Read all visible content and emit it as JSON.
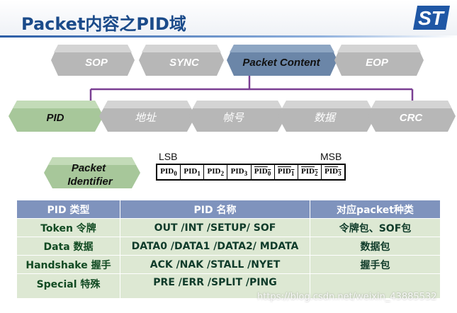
{
  "title": "Packet内容之PID域",
  "logo_text": "ST",
  "top_fields": [
    "SOP",
    "SYNC",
    "Packet Content",
    "EOP"
  ],
  "content_fields": [
    "PID",
    "地址",
    "帧号",
    "数据",
    "CRC"
  ],
  "packet_identifier": "Packet Identifier",
  "bit_labels": {
    "lsb": "LSB",
    "msb": "MSB"
  },
  "pid_bits": [
    {
      "base": "PID",
      "sub": "0",
      "negated": false
    },
    {
      "base": "PID",
      "sub": "1",
      "negated": false
    },
    {
      "base": "PID",
      "sub": "2",
      "negated": false
    },
    {
      "base": "PID",
      "sub": "3",
      "negated": false
    },
    {
      "base": "PID",
      "sub": "0",
      "negated": true
    },
    {
      "base": "PID",
      "sub": "1",
      "negated": true
    },
    {
      "base": "PID",
      "sub": "2",
      "negated": true
    },
    {
      "base": "PID",
      "sub": "3",
      "negated": true
    }
  ],
  "table": {
    "headers": [
      "PID 类型",
      "PID 名称",
      "对应packet种类"
    ],
    "rows": [
      [
        "Token 令牌",
        "OUT /INT /SETUP/ SOF",
        "令牌包、SOF包"
      ],
      [
        "Data 数据",
        "DATA0 /DATA1 /DATA2/ MDATA",
        "数据包"
      ],
      [
        "Handshake 握手",
        "ACK /NAK /STALL /NYET",
        "握手包"
      ],
      [
        "Special 特殊",
        "PRE /ERR /SPLIT /PING",
        ""
      ]
    ]
  },
  "watermark": "https://blog.csdn.net/weixin_43885532",
  "colors": {
    "title": "#1b4b8a",
    "prism_grey": "#b5b5b5",
    "prism_highlight": "#6b86a8",
    "prism_pid": "#a7c79a",
    "bracket": "#7a3f93",
    "table_header": "#7f93bd",
    "table_cell": "#dde8d3"
  }
}
